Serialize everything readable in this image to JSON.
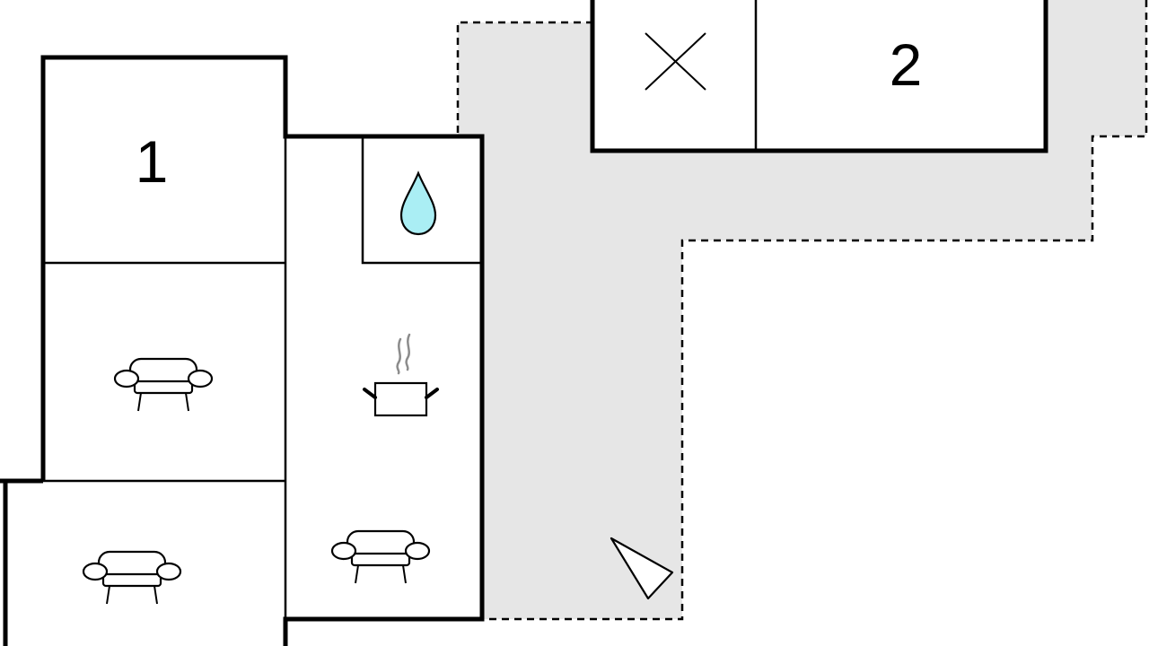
{
  "floor_plan": {
    "rooms": [
      {
        "id": "bedroom-1",
        "label": "1",
        "icon": "bedroom-number"
      },
      {
        "id": "bedroom-2",
        "label": "2",
        "icon": "bedroom-number"
      },
      {
        "id": "living-1",
        "label": "",
        "icon": "sofa-icon"
      },
      {
        "id": "living-2",
        "label": "",
        "icon": "sofa-icon"
      },
      {
        "id": "living-3",
        "label": "",
        "icon": "sofa-icon"
      },
      {
        "id": "kitchen",
        "label": "",
        "icon": "cooking-pot-icon"
      },
      {
        "id": "bathroom",
        "label": "",
        "icon": "water-drop-icon"
      },
      {
        "id": "storage",
        "label": "",
        "icon": "cross-icon"
      }
    ],
    "outdoor": {
      "type": "terrace",
      "icon": "north-arrow-icon"
    },
    "colors": {
      "terrace_fill": "#e6e6e6",
      "water_drop": "#aaeef4",
      "steam": "#8c8c8c",
      "walls": "#000000"
    }
  }
}
